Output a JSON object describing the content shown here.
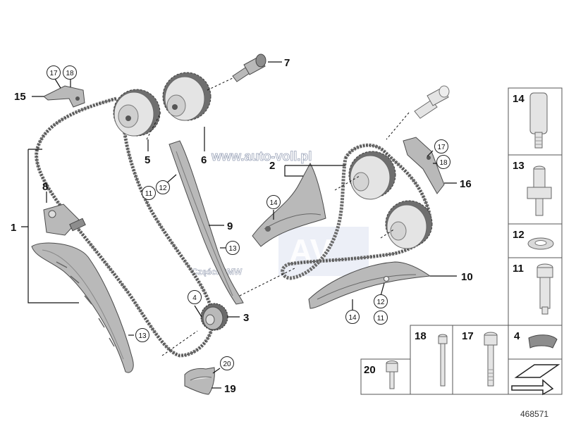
{
  "watermark": {
    "url": "www.auto-voll.pl",
    "brand": "AV",
    "caption": "Części BMW"
  },
  "diagram_id": "468571",
  "callouts": {
    "p1": "1",
    "p2": "2",
    "p3": "3",
    "p4": "4",
    "p5": "5",
    "p6": "6",
    "p7": "7",
    "p8": "8",
    "p9": "9",
    "p10": "10",
    "p11": "11",
    "p12": "12",
    "p13": "13",
    "p14": "14",
    "p15": "15",
    "p16": "16",
    "p17": "17",
    "p18": "18",
    "p19": "19",
    "p20": "20"
  },
  "legend": {
    "r14": "14",
    "r13": "13",
    "r12": "12",
    "r11": "11",
    "r18": "18",
    "r17": "17",
    "r4": "4",
    "r20": "20"
  }
}
